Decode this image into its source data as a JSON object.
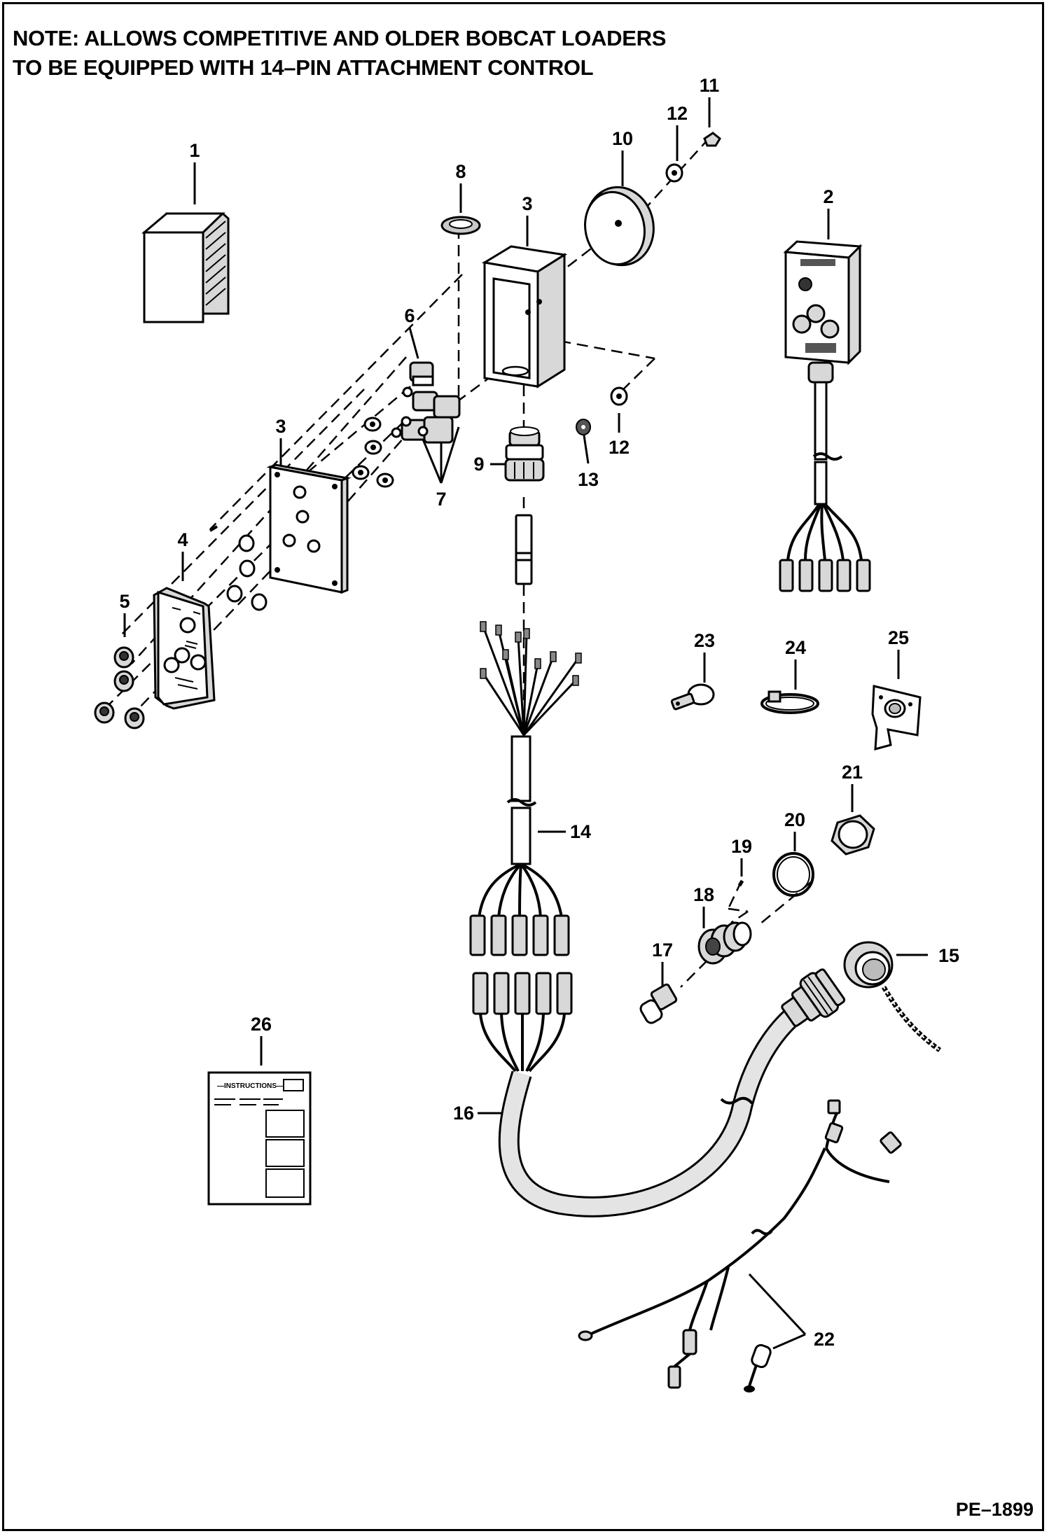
{
  "note": {
    "line1": "NOTE: ALLOWS COMPETITIVE AND OLDER BOBCAT LOADERS",
    "line2": "TO BE EQUIPPED WITH 14–PIN ATTACHMENT CONTROL"
  },
  "figure_code": "PE–1899",
  "instructions_sheet_title": "—INSTRUCTIONS—",
  "callouts": {
    "c1": "1",
    "c2": "2",
    "c3a": "3",
    "c3b": "3",
    "c4": "4",
    "c5": "5",
    "c6": "6",
    "c7": "7",
    "c8": "8",
    "c9": "9",
    "c10": "10",
    "c11": "11",
    "c12a": "12",
    "c12b": "12",
    "c13": "13",
    "c14": "14",
    "c15": "15",
    "c16": "16",
    "c17": "17",
    "c18": "18",
    "c19": "19",
    "c20": "20",
    "c21": "21",
    "c22": "22",
    "c23": "23",
    "c24": "24",
    "c25": "25",
    "c26": "26"
  }
}
